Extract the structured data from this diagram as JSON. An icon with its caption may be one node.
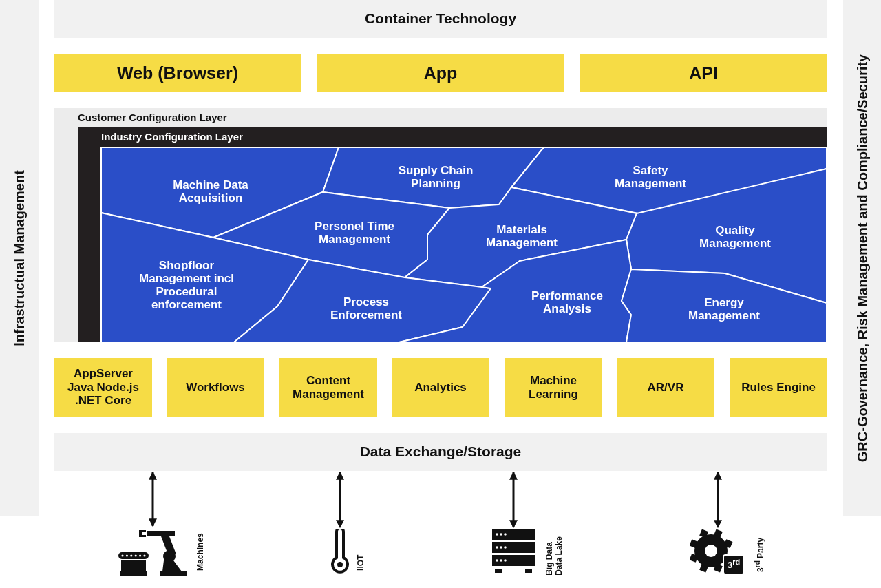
{
  "diagram": {
    "nodes": [
      {
        "text": [
          "Infrastructual Management"
        ]
      },
      {
        "text": [
          "GRC-Governance, Risk Management and Compliance/Security"
        ]
      },
      {
        "text": [
          "Container Technology"
        ]
      },
      {
        "text": [
          "Web (Browser)"
        ]
      },
      {
        "text": [
          "App"
        ]
      },
      {
        "text": [
          "API"
        ]
      },
      {
        "text": [
          "Customer Configuration Layer"
        ]
      },
      {
        "text": [
          "Industry Configuration Layer"
        ],
        "in": 6
      },
      {
        "text": [
          "Machine Data Acquisition"
        ],
        "in": 7
      },
      {
        "text": [
          "Supply Chain Planning"
        ],
        "in": 7
      },
      {
        "text": [
          "Safety Management"
        ],
        "in": 7
      },
      {
        "text": [
          "Personel Time Management"
        ],
        "in": 7
      },
      {
        "text": [
          "Materials Management"
        ],
        "in": 7
      },
      {
        "text": [
          "Quality Management"
        ],
        "in": 7
      },
      {
        "text": [
          "Shopfloor Management incl Procedural enforcement"
        ],
        "in": 7
      },
      {
        "text": [
          "Process Enforcement"
        ],
        "in": 7
      },
      {
        "text": [
          "Performance Analysis"
        ],
        "in": 7
      },
      {
        "text": [
          "Energy Management"
        ],
        "in": 7
      },
      {
        "text": [
          "AppServer Java Node.js .NET Core"
        ]
      },
      {
        "text": [
          "Workflows"
        ]
      },
      {
        "text": [
          "Content Management"
        ]
      },
      {
        "text": [
          "Analytics"
        ]
      },
      {
        "text": [
          "Machine Learning"
        ]
      },
      {
        "text": [
          "AR/VR"
        ]
      },
      {
        "text": [
          "Rules Engine"
        ]
      },
      {
        "text": [
          "Data Exchange/Storage"
        ]
      },
      {
        "text": [],
        "shape": "picture",
        "beside": [
          "Machines"
        ]
      },
      {
        "text": [],
        "shape": "picture",
        "beside": [
          "IIOT"
        ]
      },
      {
        "text": [],
        "shape": "picture",
        "beside": [
          "Big Data Data Lake"
        ]
      },
      {
        "text": [
          "3$^{rd}$"
        ],
        "beside": [
          "3$^{rd}$ Party"
        ]
      }
    ],
    "edges": [
      {
        "from": 25,
        "to": 26,
        "arrow": "both"
      },
      {
        "from": 25,
        "to": 27,
        "arrow": "both"
      },
      {
        "from": 25,
        "to": 28,
        "arrow": "both"
      },
      {
        "from": 25,
        "to": 29,
        "arrow": "both"
      }
    ]
  }
}
